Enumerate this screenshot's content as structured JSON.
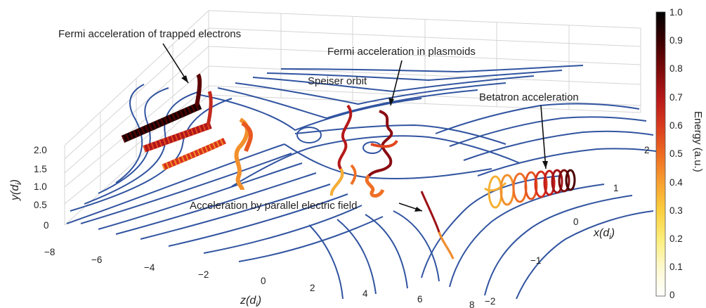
{
  "annotations": {
    "trapped": "Fermi acceleration of trapped electrons",
    "plasmoids": "Fermi acceleration in plasmoids",
    "speiser": "Speiser orbit",
    "betatron": "Betatron acceleration",
    "parallel": "Acceleration by parallel electric field"
  },
  "axes": {
    "y": {
      "label": "y(d",
      "sub": "i",
      "close": ")",
      "ticks": [
        "2.0",
        "1.5",
        "1.0",
        "0.5",
        "0"
      ]
    },
    "z": {
      "label": "z(d",
      "sub": "i",
      "close": ")",
      "ticks": [
        "−8",
        "−6",
        "−4",
        "−2",
        "0",
        "2",
        "4",
        "6",
        "8"
      ]
    },
    "x": {
      "label": "x(d",
      "sub": "i",
      "close": ")",
      "ticks": [
        "−2",
        "−1",
        "0",
        "1",
        "2"
      ]
    }
  },
  "colorbar": {
    "label": "Energy (a.u.)",
    "ticks": [
      "1.0",
      "0.9",
      "0.8",
      "0.7",
      "0.6",
      "0.5",
      "0.4",
      "0.3",
      "0.2",
      "0.1",
      "0"
    ],
    "colors": [
      "#000000",
      "#3a0000",
      "#7a0a0a",
      "#b51818",
      "#d83a1e",
      "#ee6b22",
      "#f7a030",
      "#fbcf3e",
      "#fcee7a",
      "#fdf9cf",
      "#ffffff"
    ]
  },
  "colors": {
    "field_lines": "#3154a0",
    "grid": "#d4d4d4"
  }
}
